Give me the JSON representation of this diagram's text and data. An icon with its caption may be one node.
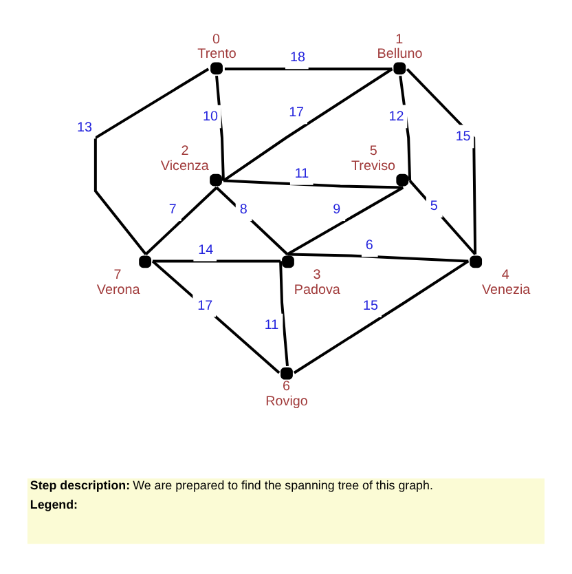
{
  "diagram": {
    "nodes": [
      {
        "text": [],
        "shape": "circle",
        "beside": [
          "0",
          "Trento"
        ]
      },
      {
        "text": [],
        "shape": "circle",
        "beside": [
          "1",
          "Belluno"
        ]
      },
      {
        "text": [],
        "shape": "circle",
        "beside": [
          "2",
          "Vicenza"
        ]
      },
      {
        "text": [],
        "shape": "circle",
        "beside": [
          "3",
          "Padova"
        ]
      },
      {
        "text": [],
        "shape": "circle",
        "beside": [
          "4",
          "Venezia"
        ]
      },
      {
        "text": [],
        "shape": "circle",
        "beside": [
          "5",
          "Treviso"
        ]
      },
      {
        "text": [],
        "shape": "circle",
        "beside": [
          "6",
          "Rovigo"
        ]
      },
      {
        "text": [],
        "shape": "circle",
        "beside": [
          "7",
          "Verona"
        ]
      }
    ],
    "edges": [
      {
        "from": 0,
        "to": 1,
        "arrow": "none",
        "label": "18"
      },
      {
        "from": 0,
        "to": 7,
        "arrow": "none",
        "label": "13"
      },
      {
        "from": 0,
        "to": 2,
        "arrow": "none",
        "label": "10"
      },
      {
        "from": 2,
        "to": 1,
        "arrow": "none",
        "label": "17"
      },
      {
        "from": 5,
        "to": 1,
        "arrow": "none",
        "label": "12"
      },
      {
        "from": 1,
        "to": 4,
        "arrow": "none",
        "label": "15"
      },
      {
        "from": 2,
        "to": 5,
        "arrow": "none",
        "label": "11"
      },
      {
        "from": 7,
        "to": 2,
        "arrow": "none",
        "label": "7"
      },
      {
        "from": 2,
        "to": 3,
        "arrow": "none",
        "label": "8"
      },
      {
        "from": 7,
        "to": 3,
        "arrow": "none",
        "label": "14"
      },
      {
        "from": 3,
        "to": 5,
        "arrow": "none",
        "label": "9"
      },
      {
        "from": 5,
        "to": 4,
        "arrow": "none",
        "label": "5"
      },
      {
        "from": 3,
        "to": 4,
        "arrow": "none",
        "label": "6"
      },
      {
        "from": 7,
        "to": 6,
        "arrow": "none",
        "label": "17"
      },
      {
        "from": 3,
        "to": 6,
        "arrow": "none",
        "label": "11"
      },
      {
        "from": 4,
        "to": 6,
        "arrow": "none",
        "label": "15"
      }
    ],
    "labels": [
      "**Step description:** We are prepared to find the spanning tree of this graph.",
      "Legend:"
    ]
  }
}
